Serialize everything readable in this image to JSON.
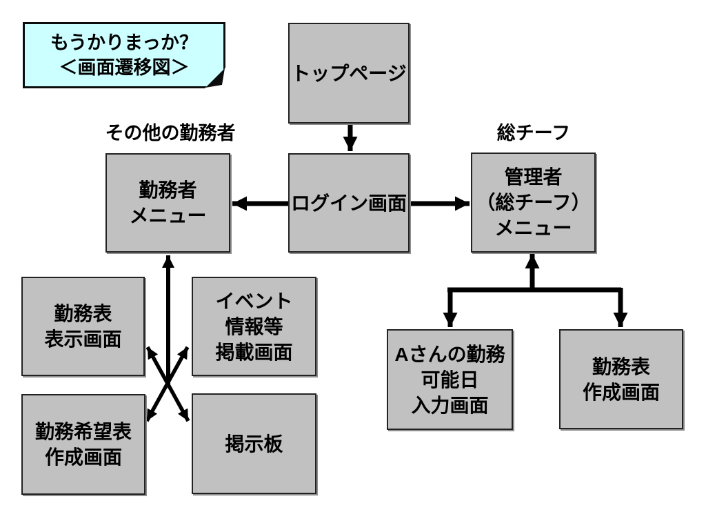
{
  "note": {
    "text": "もうかりまっか？\n＜画面遷移図＞"
  },
  "labels": {
    "left_role": "その他の勤務者",
    "right_role": "総チーフ"
  },
  "nodes": {
    "top_page": "トップページ",
    "login": "ログイン画面",
    "worker_menu": "勤務者\nメニュー",
    "admin_menu": "管理者\n（総チーフ）\nメニュー",
    "shift_display": "勤務表\n表示画面",
    "event_info": "イベント\n情報等\n掲載画面",
    "shift_request": "勤務希望表\n作成画面",
    "bulletin": "掲示板",
    "availability": "Aさんの勤務\n可能日\n入力画面",
    "shift_create": "勤務表\n作成画面"
  },
  "edges": [
    {
      "from": "top_page",
      "to": "login",
      "heads": "single"
    },
    {
      "from": "login",
      "to": "worker_menu",
      "heads": "single"
    },
    {
      "from": "login",
      "to": "admin_menu",
      "heads": "single"
    },
    {
      "from": "lower_screens_junction",
      "to": "worker_menu",
      "heads": "single-up"
    },
    {
      "from": "bulletin",
      "to": "shift_display",
      "heads": "double"
    },
    {
      "from": "shift_request",
      "to": "event_info",
      "heads": "double"
    },
    {
      "from": "branch_junction",
      "to": "admin_menu",
      "heads": "single-up"
    },
    {
      "from": "admin_menu_branch",
      "to": "availability",
      "heads": "single-down"
    },
    {
      "from": "admin_menu_branch",
      "to": "shift_create",
      "heads": "single-down"
    }
  ],
  "colors": {
    "node_fill": "#c1c1c1",
    "node_border": "#222222",
    "note_fill": "#ccffff",
    "arrow": "#000000",
    "background": "#ffffff"
  }
}
